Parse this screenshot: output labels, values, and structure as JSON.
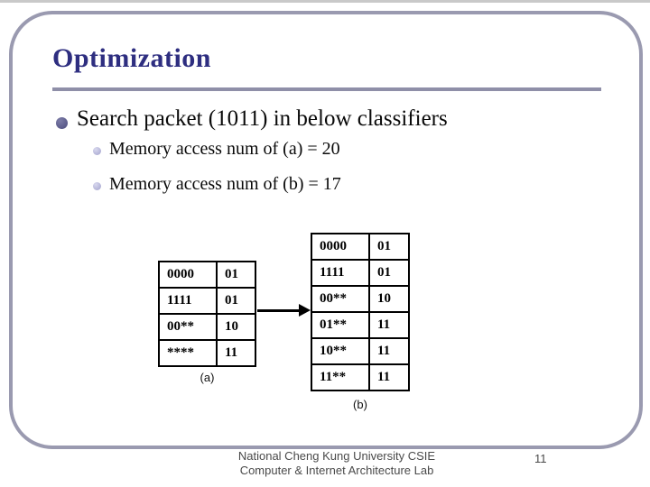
{
  "slide": {
    "title": "Optimization",
    "bullet": "Search packet (1011) in below classifiers",
    "sub_bullets": [
      "Memory access num of (a) = 20",
      "Memory access num of (b) = 17"
    ],
    "footer_line1": "National Cheng Kung University CSIE",
    "footer_line2": "Computer & Internet Architecture Lab",
    "page_number": "11"
  },
  "tables": {
    "a": {
      "label": "(a)",
      "rows": [
        [
          "0000",
          "01"
        ],
        [
          "1111",
          "01"
        ],
        [
          "00**",
          "10"
        ],
        [
          "****",
          "11"
        ]
      ]
    },
    "b": {
      "label": "(b)",
      "rows": [
        [
          "0000",
          "01"
        ],
        [
          "1111",
          "01"
        ],
        [
          "00**",
          "10"
        ],
        [
          "01**",
          "11"
        ],
        [
          "10**",
          "11"
        ],
        [
          "11**",
          "11"
        ]
      ]
    }
  },
  "colors": {
    "title_text": "#2e2e80",
    "frame_border": "#9a9ab0",
    "title_underline": "#8f8fa8",
    "bullet_dot": "#4c4c7d",
    "sub_bullet_dot": "#a2a2cc",
    "body_text": "#0a0a0a",
    "footer_text": "#4a4a4a",
    "table_border": "#000000"
  }
}
